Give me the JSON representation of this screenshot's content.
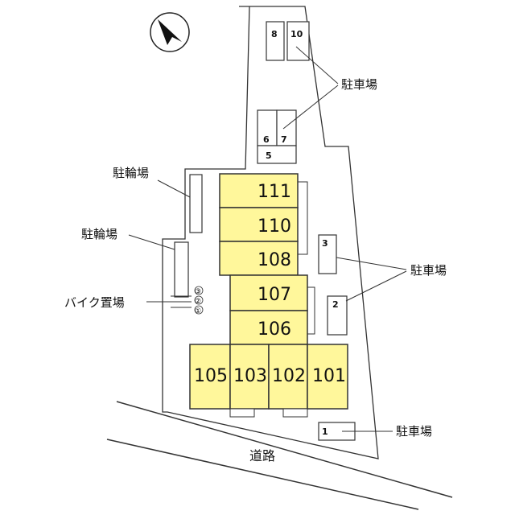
{
  "compass": {
    "icon": "north-arrow-icon"
  },
  "colors": {
    "unit_fill": "#fff79b",
    "line": "#333333",
    "background": "#ffffff"
  },
  "units": {
    "u111": "111",
    "u110": "110",
    "u108": "108",
    "u107": "107",
    "u106": "106",
    "u105": "105",
    "u103": "103",
    "u102": "102",
    "u101": "101"
  },
  "parking_slots": {
    "s1": "1",
    "s2": "2",
    "s3": "3",
    "s5": "5",
    "s6": "6",
    "s7": "7",
    "s8": "8",
    "s10": "10"
  },
  "labels": {
    "parking_top": "駐車場",
    "parking_right": "駐車場",
    "parking_bottom": "駐車場",
    "bicycle_1": "駐輪場",
    "bicycle_2": "駐輪場",
    "bike": "バイク置場",
    "road": "道路",
    "bike_slot_1": "①",
    "bike_slot_2": "②",
    "bike_slot_3": "③"
  }
}
